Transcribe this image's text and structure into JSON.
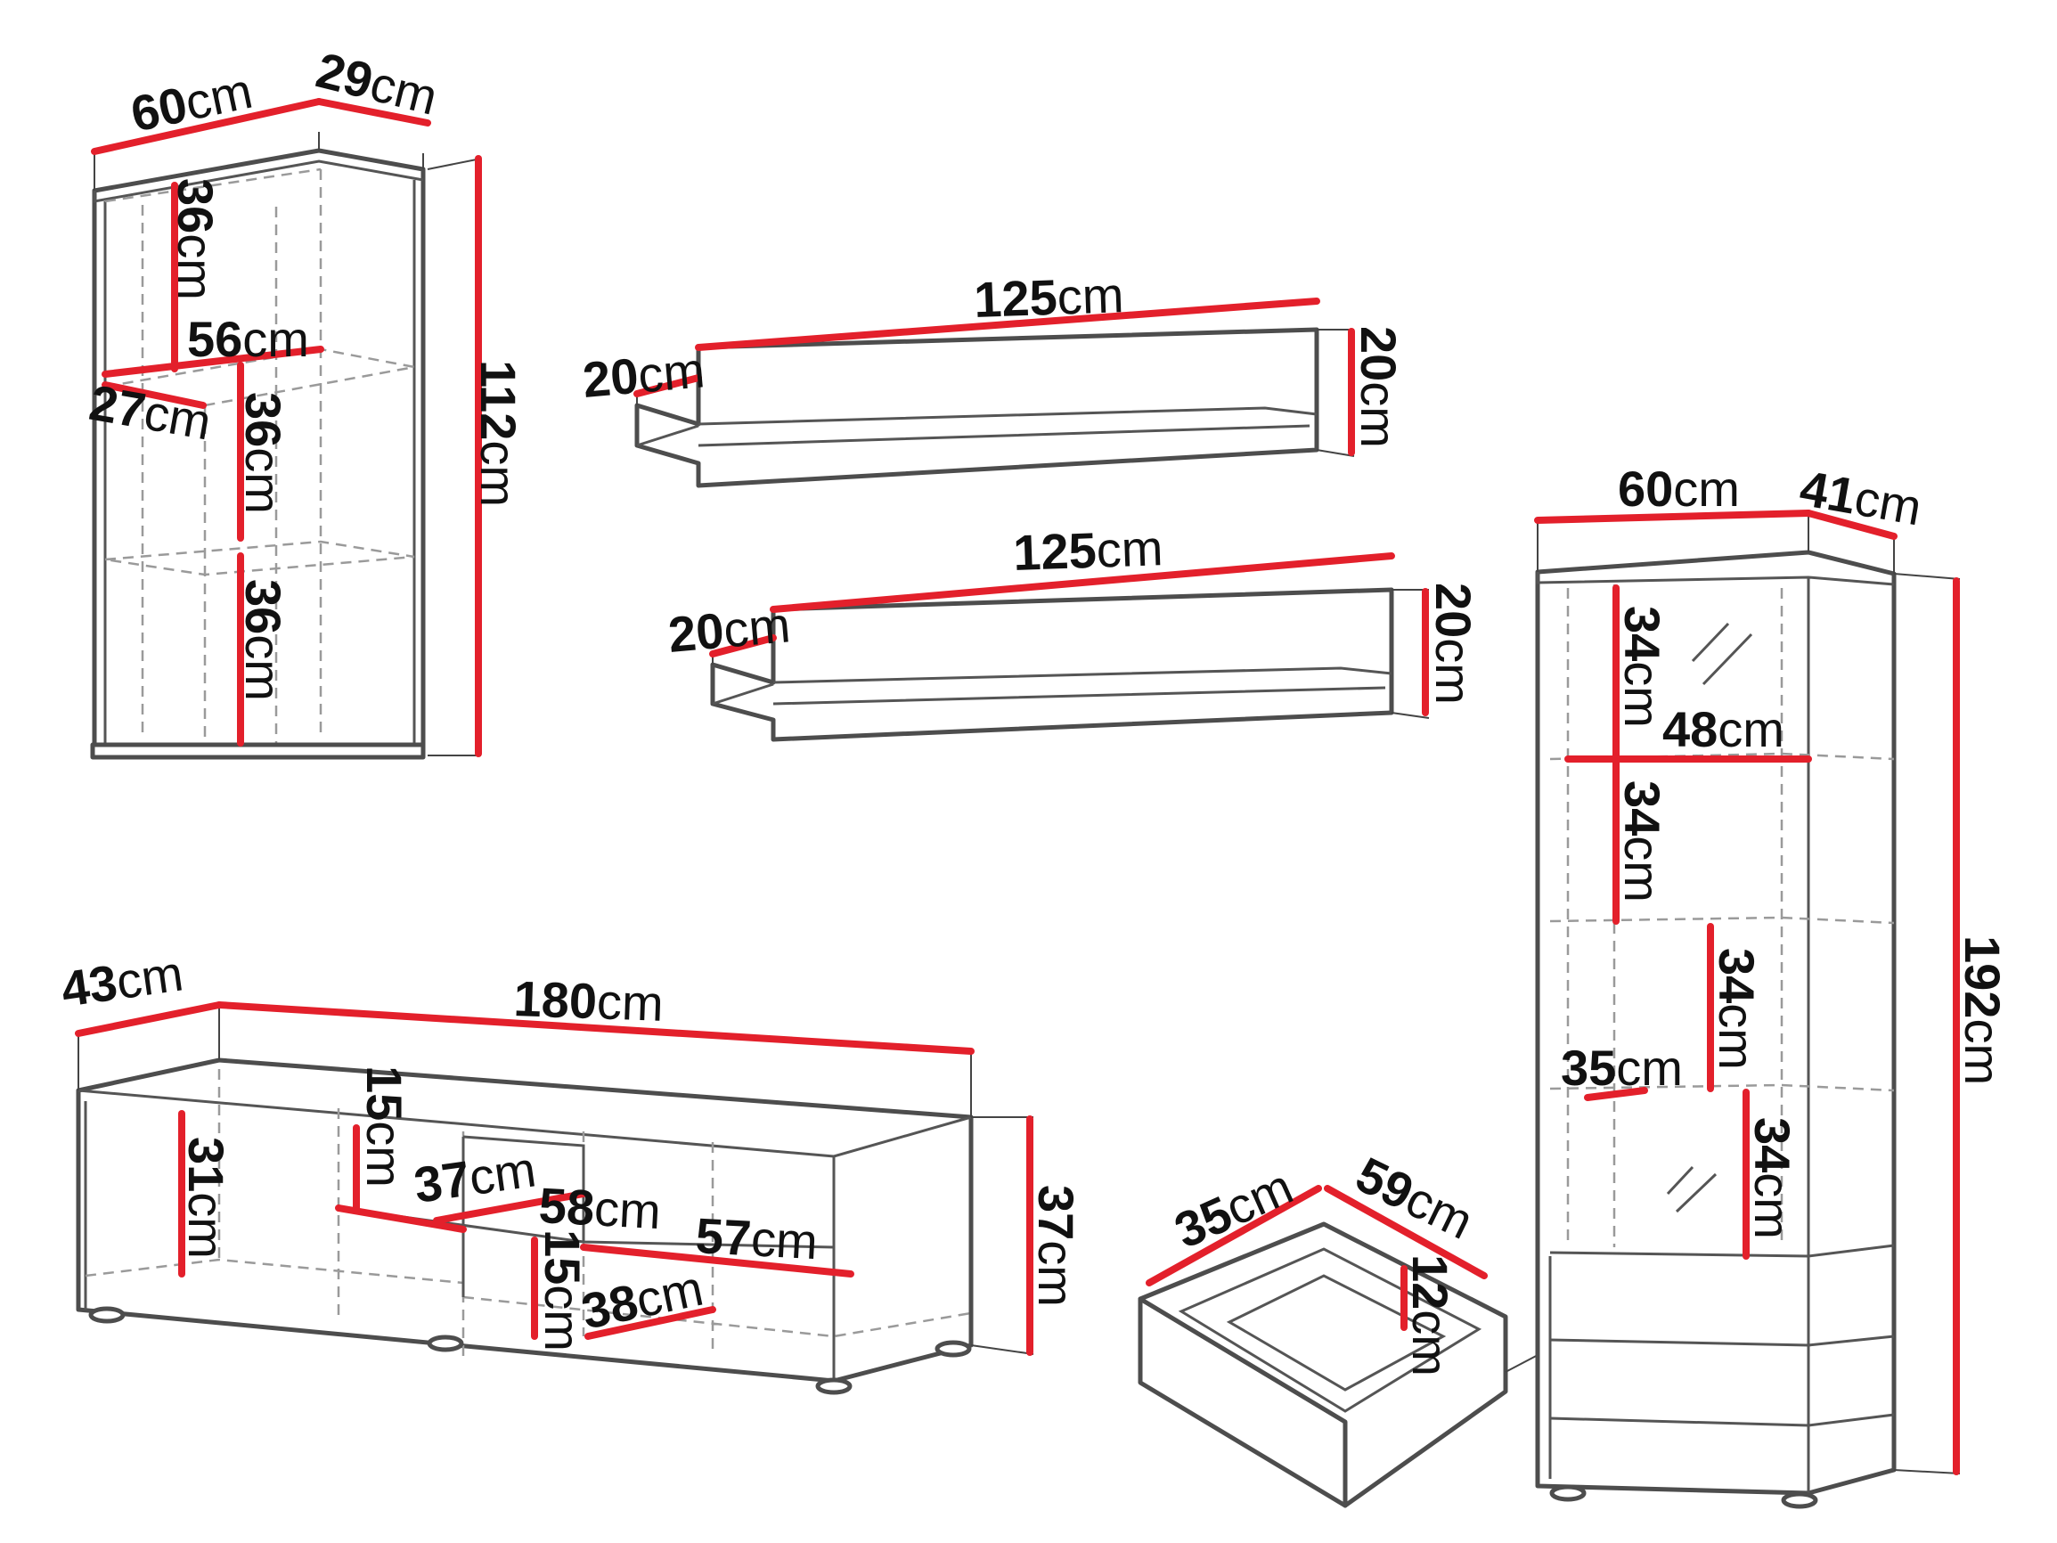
{
  "colors": {
    "dimension_line": "#e3202b",
    "outline": "#4d4d4d",
    "hidden_edge": "#9a9a9a",
    "text": "#111111",
    "background": "#ffffff"
  },
  "unit": "cm",
  "wall_cabinet": {
    "width": "60",
    "depth": "29",
    "height": "112",
    "shelf_width": "56",
    "shelf_depth": "27",
    "compartment_1": "36",
    "compartment_2": "36",
    "compartment_3": "36"
  },
  "wall_shelf_upper": {
    "length": "125",
    "depth": "20",
    "height": "20"
  },
  "wall_shelf_lower": {
    "length": "125",
    "depth": "20",
    "height": "20"
  },
  "tv_stand": {
    "width": "180",
    "depth": "43",
    "height": "37",
    "side_compartment_height": "31",
    "niche_upper_height": "15",
    "niche_lower_height": "15",
    "niche_depth": "37",
    "niche_width": "58",
    "inner_shelf_width": "57",
    "inner_shelf_depth": "38"
  },
  "drawer": {
    "width": "59",
    "depth": "35",
    "height": "12"
  },
  "tall_cabinet": {
    "width": "60",
    "depth": "41",
    "height": "192",
    "shelf_width": "48",
    "shelf_depth": "35",
    "compartment_1": "34",
    "compartment_2": "34",
    "compartment_3": "34",
    "compartment_4": "34"
  }
}
